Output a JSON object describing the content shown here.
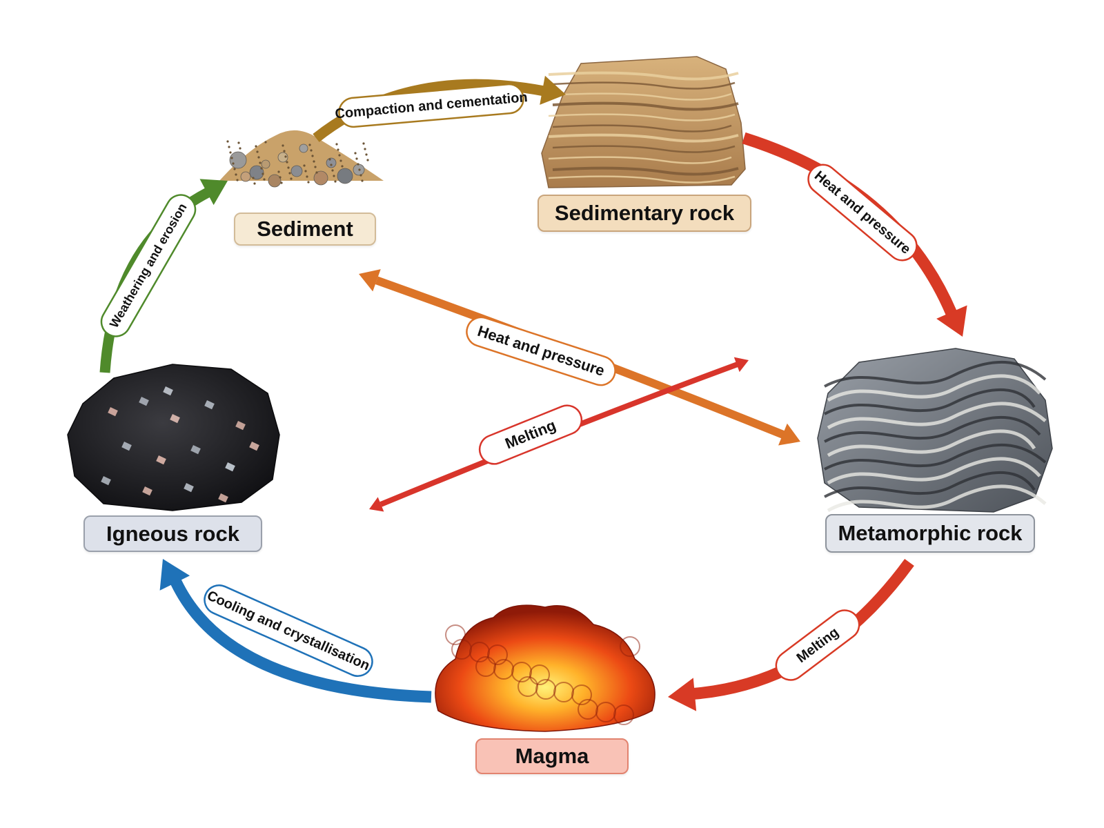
{
  "nodes": [
    {
      "key": "sediment",
      "name": "Sediment",
      "fill": "#f6ead4",
      "border": "#d2bb98"
    },
    {
      "key": "sedimentary",
      "name": "Sedimentary rock",
      "fill": "#f3ddbd",
      "border": "#c9a57c"
    },
    {
      "key": "metamorphic",
      "name": "Metamorphic rock",
      "fill": "#e3e6ec",
      "border": "#8d939c"
    },
    {
      "key": "magma",
      "name": "Magma",
      "fill": "#f9c2b6",
      "border": "#e2836f"
    },
    {
      "key": "igneous",
      "name": "Igneous rock",
      "fill": "#dde1ea",
      "border": "#9aa0ab"
    }
  ],
  "edges": [
    {
      "from": "sediment",
      "to": "sedimentary",
      "label": "Compaction and cementation",
      "color": "#a87a1f"
    },
    {
      "from": "sedimentary",
      "to": "metamorphic",
      "label": "Heat and pressure",
      "color": "#d83a25"
    },
    {
      "from": "metamorphic",
      "to": "magma",
      "label": "Melting",
      "color": "#d83a25"
    },
    {
      "from": "magma",
      "to": "igneous",
      "label": "Cooling and crystallisation",
      "color": "#1f72b8"
    },
    {
      "from": "igneous",
      "to": "sediment",
      "label": "Weathering and erosion",
      "color": "#4f8a2b"
    },
    {
      "from": "sediment",
      "to": "metamorphic",
      "label": "Heat and pressure",
      "color": "#dc7428",
      "bidirectional": true
    },
    {
      "from": "metamorphic",
      "to": "igneous",
      "label": "Melting",
      "color": "#d8352b",
      "bidirectional": true
    }
  ],
  "icons": {
    "sediment": "sediment-pile-icon",
    "sedimentary": "layered-sedimentary-rock-icon",
    "metamorphic": "banded-metamorphic-rock-icon",
    "magma": "glowing-magma-icon",
    "igneous": "speckled-igneous-rock-icon"
  }
}
